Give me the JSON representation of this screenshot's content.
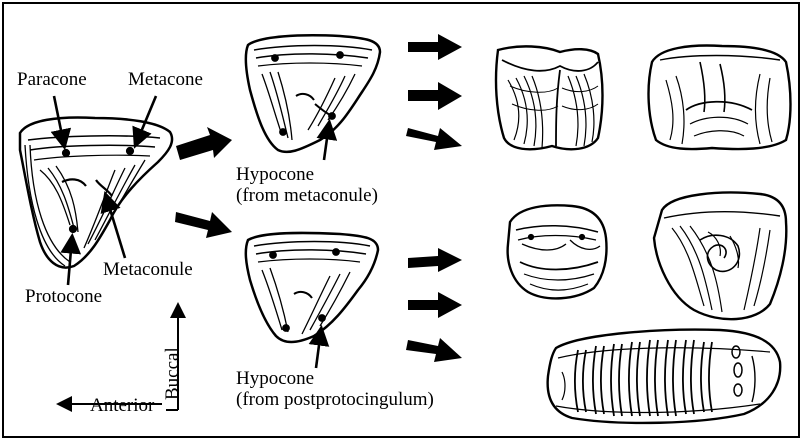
{
  "labels": {
    "paracone": "Paracone",
    "metacone": "Metacone",
    "metaconule": "Metaconule",
    "protocone": "Protocone",
    "hypocone_top_1": "Hypocone",
    "hypocone_top_2": "(from metaconule)",
    "hypocone_bottom_1": "Hypocone",
    "hypocone_bottom_2": "(from postprotocingulum)",
    "buccal": "Buccal",
    "anterior": "Anterior"
  },
  "colors": {
    "ink": "#000000",
    "paper": "#ffffff"
  },
  "icons": [
    "arrow-icon",
    "cusp-dot-icon"
  ]
}
